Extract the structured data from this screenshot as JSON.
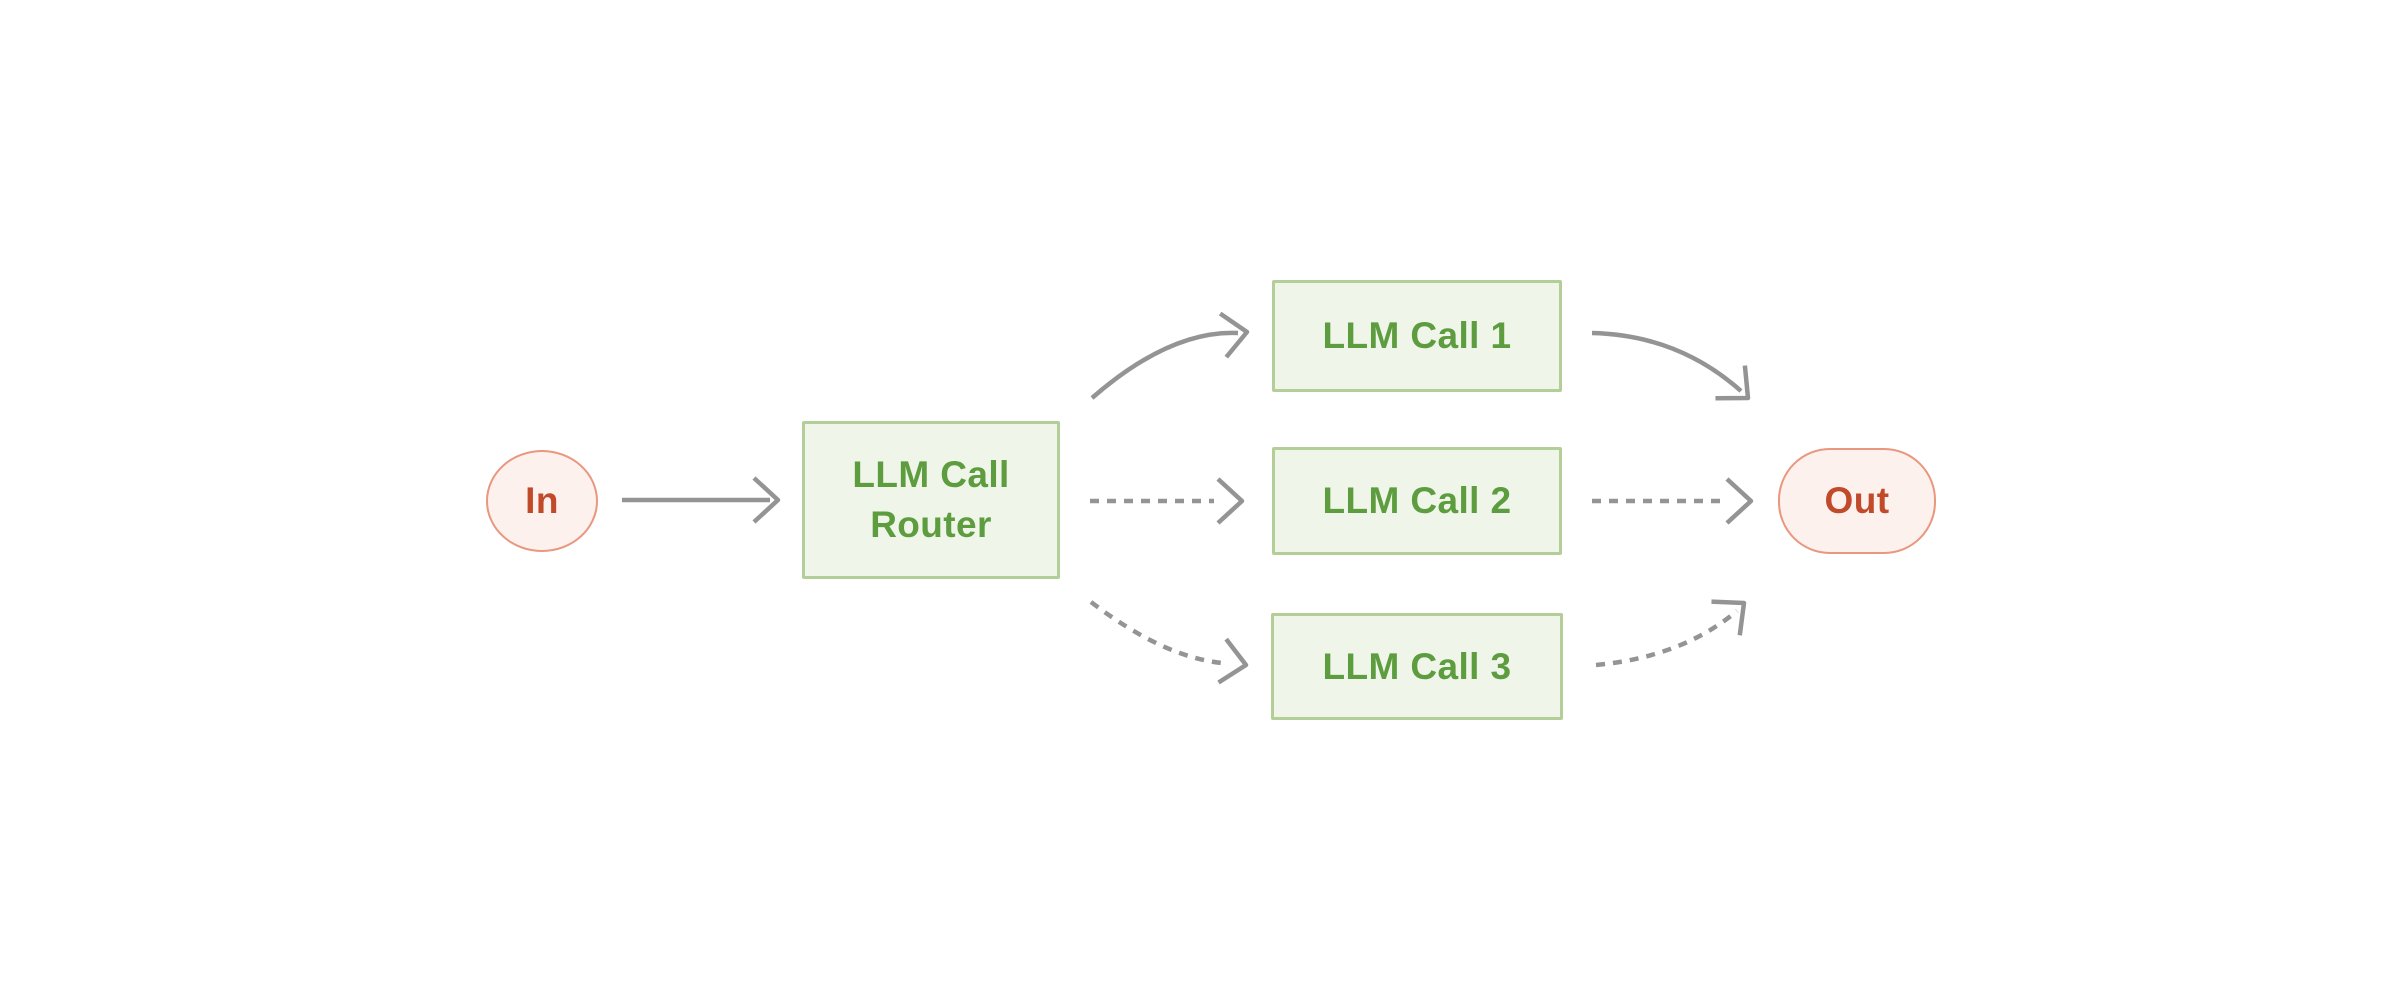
{
  "diagram": {
    "nodes": {
      "input": {
        "label": "In"
      },
      "router": {
        "label": "LLM Call Router"
      },
      "call1": {
        "label": "LLM Call 1"
      },
      "call2": {
        "label": "LLM Call 2"
      },
      "call3": {
        "label": "LLM Call 3"
      },
      "output": {
        "label": "Out"
      }
    },
    "edges": [
      {
        "from": "input",
        "to": "router",
        "style": "solid"
      },
      {
        "from": "router",
        "to": "call1",
        "style": "solid"
      },
      {
        "from": "router",
        "to": "call2",
        "style": "dashed"
      },
      {
        "from": "router",
        "to": "call3",
        "style": "dashed"
      },
      {
        "from": "call1",
        "to": "output",
        "style": "solid"
      },
      {
        "from": "call2",
        "to": "output",
        "style": "dashed"
      },
      {
        "from": "call3",
        "to": "output",
        "style": "dashed"
      }
    ],
    "colors": {
      "background": "#ffffff",
      "box_fill": "#eff5e8",
      "box_border": "#b3ce97",
      "box_text": "#5d9c3f",
      "terminal_fill": "#fdf1ed",
      "terminal_border": "#e9977e",
      "terminal_text": "#c04a2a",
      "arrow": "#949494"
    }
  }
}
